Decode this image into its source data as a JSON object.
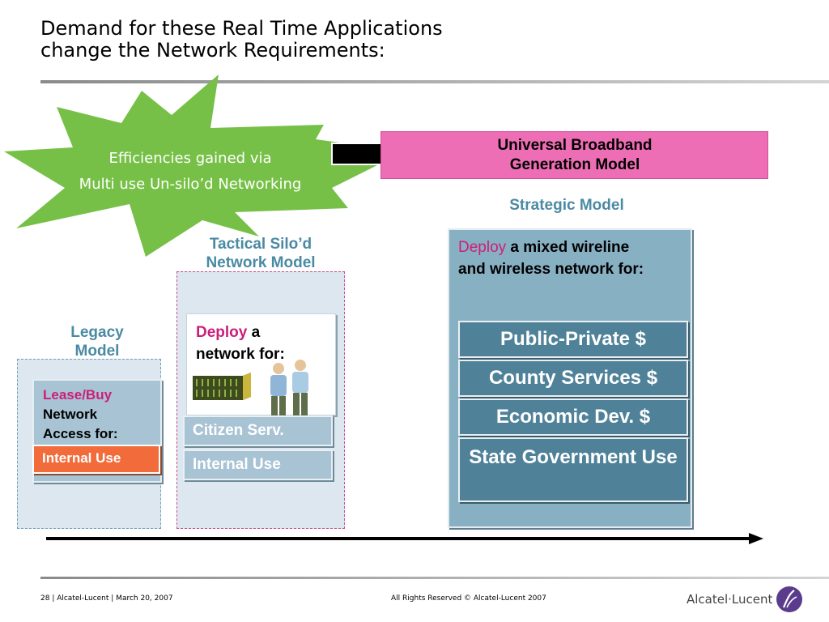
{
  "slide": {
    "title_line1": "Demand for these Real Time Applications",
    "title_line2": "change the Network Requirements:"
  },
  "burst": {
    "line1": "Efficiencies gained via",
    "line2": "Multi use Un-silo’d Networking",
    "color": "#77c047"
  },
  "ubgm": {
    "line1": "Universal Broadband",
    "line2": "Generation Model",
    "color": "#ee6eb5"
  },
  "columns": {
    "legacy": {
      "label_line1": "Legacy",
      "label_line2": "Model",
      "accent": "Lease/Buy",
      "text_line2": "Network",
      "text_line3": "Access for:",
      "button": "Internal Use"
    },
    "tactical": {
      "label_line1": "Tactical Silo’d",
      "label_line2": "Network Model",
      "accent": "Deploy",
      "text_rest": " a",
      "text_line2": "network for:",
      "icons": [
        "server-rack-icon",
        "person-icon",
        "person-icon"
      ],
      "buttons": [
        "Citizen Serv.",
        "Internal Use"
      ]
    },
    "strategic": {
      "label": "Strategic Model",
      "accent": "Deploy",
      "text_rest": " a  mixed wireline",
      "text_line2": "and wireless network for:",
      "buttons": [
        "Public-Private $",
        "County Services $",
        "Economic Dev. $",
        "State Government Use"
      ]
    }
  },
  "footer": {
    "left": "28 | Alcatel-Lucent | March 20, 2007",
    "center": "All Rights Reserved © Alcatel-Lucent 2007",
    "logo_text": "Alcatel·Lucent"
  }
}
